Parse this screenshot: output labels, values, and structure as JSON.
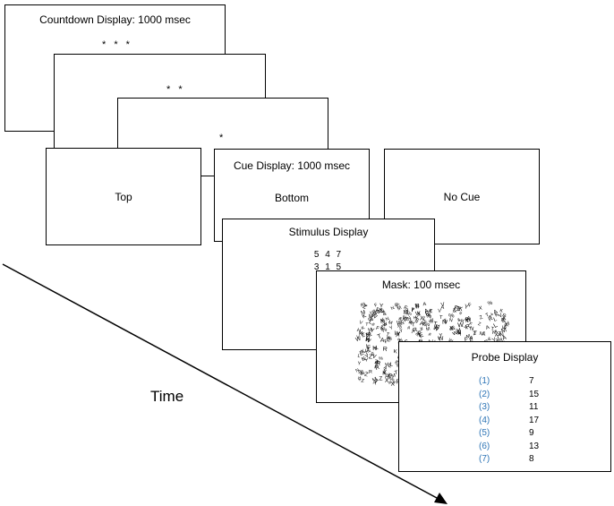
{
  "countdown": {
    "title": "Countdown Display: 1000 msec",
    "stars": [
      "* * *",
      "* *",
      "*"
    ]
  },
  "cue": {
    "left_label": "Top",
    "middle_title": "Cue Display: 1000 msec",
    "middle_label": "Bottom",
    "right_label": "No Cue"
  },
  "stimulus": {
    "title": "Stimulus Display",
    "row1": "5 4 7",
    "row2": "3 1 5"
  },
  "mask": {
    "title": "Mask: 100 msec"
  },
  "probe": {
    "title": "Probe Display",
    "rows": [
      {
        "index": "(1)",
        "value": "7"
      },
      {
        "index": "(2)",
        "value": "15"
      },
      {
        "index": "(3)",
        "value": "11"
      },
      {
        "index": "(4)",
        "value": "17"
      },
      {
        "index": "(5)",
        "value": "9"
      },
      {
        "index": "(6)",
        "value": "13"
      },
      {
        "index": "(7)",
        "value": "8"
      }
    ]
  },
  "time_label": "Time",
  "colors": {
    "probe_index": "#2E75B6",
    "line": "#000000"
  }
}
